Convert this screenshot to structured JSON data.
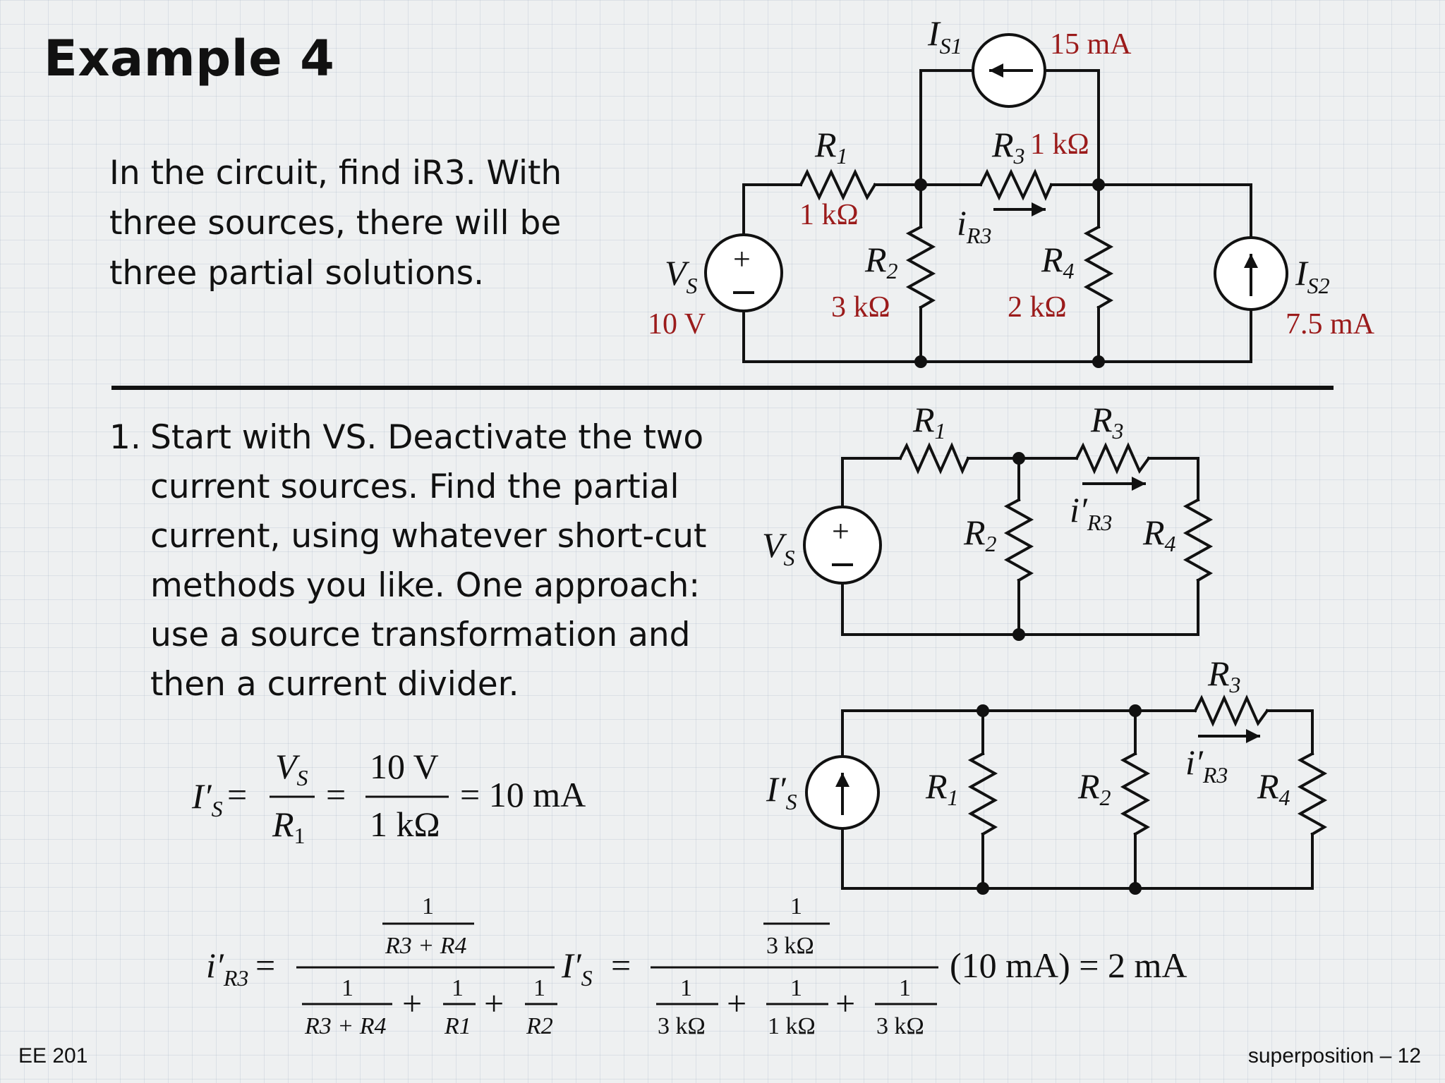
{
  "slide": {
    "title": "Example 4",
    "intro": "In the circuit, find iR3.  With three sources, there will be three partial solutions.",
    "step_number": "1.",
    "step_text": "Start with VS. Deactivate the two current sources. Find the partial current, using whatever short-cut methods you like.  One approach: use a source transformation and then a current divider.",
    "footer_left": "EE 201",
    "footer_right": "superposition –  12"
  },
  "circuit_main": {
    "is1": {
      "name": "I",
      "sub": "S1",
      "value": "15 mA"
    },
    "vs": {
      "name": "V",
      "sub": "S",
      "value": "10 V"
    },
    "r1": {
      "name": "R",
      "sub": "1",
      "value": "1 kΩ"
    },
    "r2": {
      "name": "R",
      "sub": "2",
      "value": "3 kΩ"
    },
    "r3": {
      "name": "R",
      "sub": "3",
      "value": "1 kΩ"
    },
    "r4": {
      "name": "R",
      "sub": "4",
      "value": "2 kΩ"
    },
    "ir3": {
      "name": "i",
      "sub": "R3"
    },
    "is2": {
      "name": "I",
      "sub": "S2",
      "value": "7.5 mA"
    }
  },
  "circuit_vs": {
    "vs": {
      "name": "V",
      "sub": "S"
    },
    "r1": {
      "name": "R",
      "sub": "1"
    },
    "r2": {
      "name": "R",
      "sub": "2"
    },
    "r3": {
      "name": "R",
      "sub": "3"
    },
    "r4": {
      "name": "R",
      "sub": "4"
    },
    "ir3": {
      "name": "i′",
      "sub": "R3"
    }
  },
  "circuit_transformed": {
    "is": {
      "name": "I′",
      "sub": "S"
    },
    "r1": {
      "name": "R",
      "sub": "1"
    },
    "r2": {
      "name": "R",
      "sub": "2"
    },
    "r3": {
      "name": "R",
      "sub": "3"
    },
    "r4": {
      "name": "R",
      "sub": "4"
    },
    "ir3": {
      "name": "i′",
      "sub": "R3"
    }
  },
  "equation1": {
    "lhs": "I′",
    "lhs_sub": "S",
    "eq": "=",
    "num_var": "V",
    "num_sub": "S",
    "den_var": "R",
    "den_sub": "1",
    "num2": "10 V",
    "den2": "1 kΩ",
    "result": "= 10 mA"
  },
  "equation2": {
    "lhs": "i′",
    "lhs_sub": "R3",
    "eq": "=",
    "one": "1",
    "r3r4": "R3 + R4",
    "plus": "+",
    "r1": "R1",
    "r2": "R2",
    "is": "I′",
    "is_sub": "S",
    "three_k": "3 kΩ",
    "one_k": "1 kΩ",
    "tail": "(10 mA) = 2 mA"
  }
}
